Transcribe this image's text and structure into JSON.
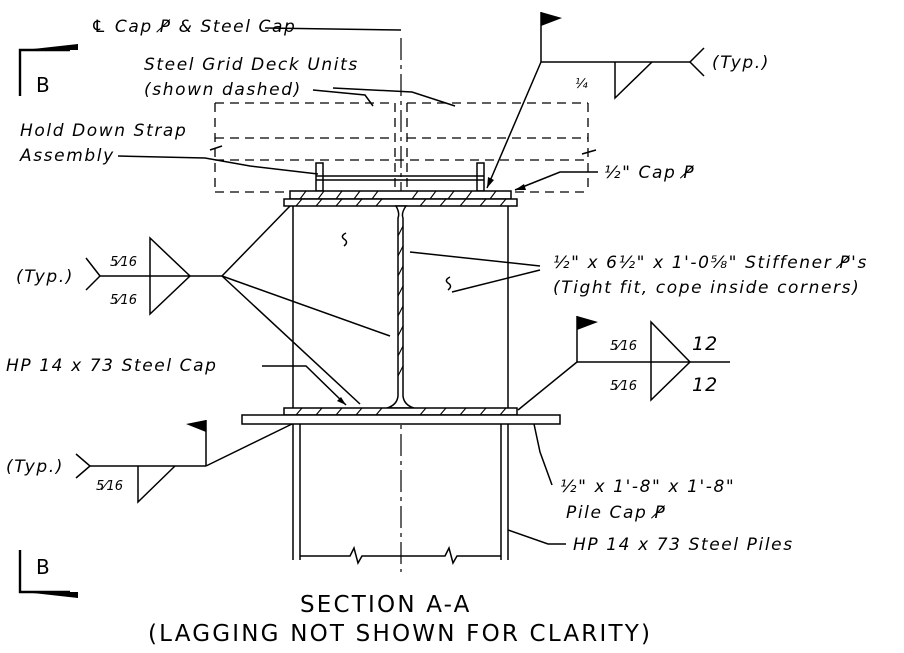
{
  "labels": {
    "cl_cap": "℄ Cap P̸ & Steel Cap",
    "grid_deck_1": "Steel Grid Deck Units",
    "grid_deck_2": "(shown dashed)",
    "hold_down_1": "Hold Down Strap",
    "hold_down_2": "Assembly",
    "cap_plate": "½\" Cap P̸",
    "stiffener_1": "½\" x 6½\" x 1'-0⅝\" Stiffener P̸'s",
    "stiffener_2": "(Tight fit, cope inside corners)",
    "hp_cap": "HP 14 x 73 Steel Cap",
    "pile_cap_1": "½\" x 1'-8\" x 1'-8\"",
    "pile_cap_2": "Pile Cap P̸",
    "hp_piles": "HP 14 x 73 Steel Piles",
    "typ_right_top": "(Typ.)",
    "typ_left_mid": "(Typ.)",
    "typ_left_bottom": "(Typ.)",
    "section_top": "B",
    "section_bottom": "B",
    "title_1": "SECTION A-A",
    "title_2": "(LAGGING NOT SHOWN FOR CLARITY)"
  },
  "welds": {
    "top_right_size": "¼",
    "left_arrow_side": "5⁄16",
    "left_other_side": "5⁄16",
    "right_arrow_side": "5⁄16",
    "right_other_side": "5⁄16",
    "right_length_top": "12",
    "right_length_bottom": "12",
    "bottom_left_size": "5⁄16"
  }
}
